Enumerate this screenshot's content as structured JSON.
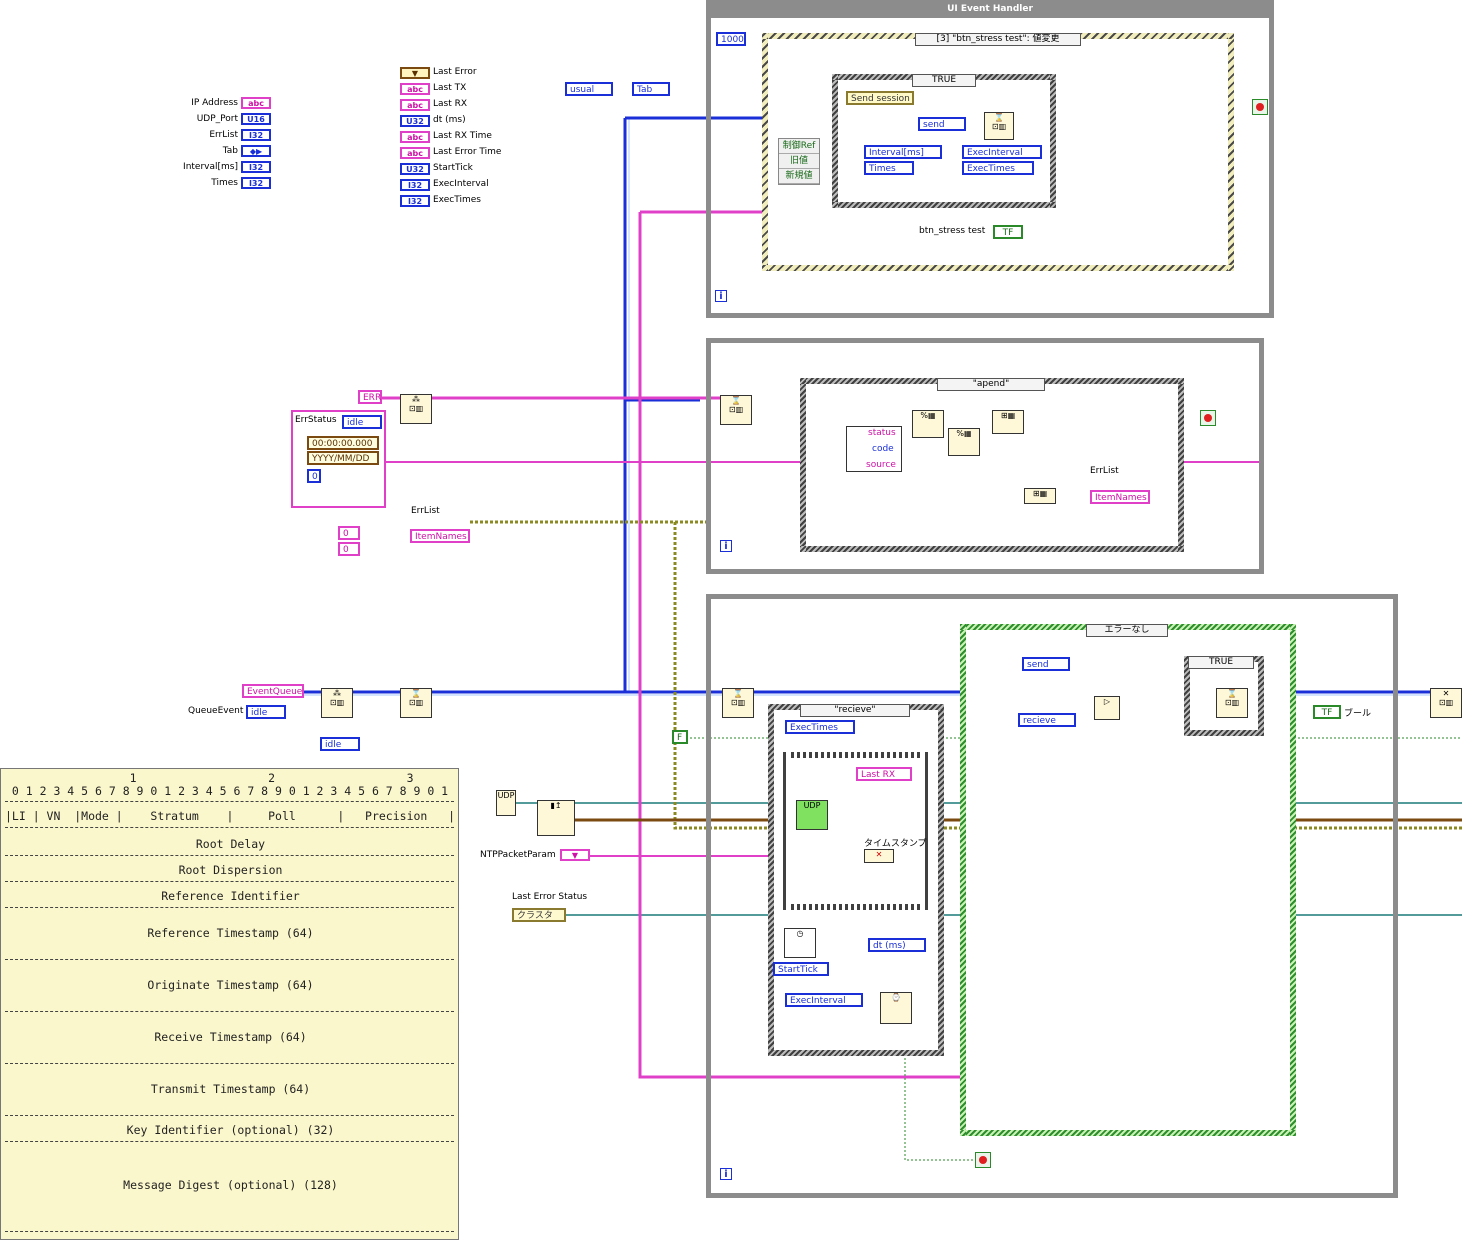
{
  "controls_panel": {
    "items": [
      {
        "name": "IP Address",
        "type": "abc"
      },
      {
        "name": "UDP_Port",
        "type": "U16"
      },
      {
        "name": "ErrList",
        "type": "I32"
      },
      {
        "name": "Tab",
        "type": "◆▶"
      },
      {
        "name": "Interval[ms]",
        "type": "I32"
      },
      {
        "name": "Times",
        "type": "I32"
      }
    ]
  },
  "indicators_panel": {
    "items": [
      {
        "name": "Last Error",
        "type": "▼"
      },
      {
        "name": "Last TX",
        "type": "abc"
      },
      {
        "name": "Last RX",
        "type": "abc"
      },
      {
        "name": "dt (ms)",
        "type": "U32"
      },
      {
        "name": "Last RX Time",
        "type": "abc"
      },
      {
        "name": "Last Error Time",
        "type": "abc"
      },
      {
        "name": "StartTick",
        "type": "U32"
      },
      {
        "name": "ExecInterval",
        "type": "I32"
      },
      {
        "name": "ExecTimes",
        "type": "I32"
      }
    ]
  },
  "loop1": {
    "title": "UI Event Handler",
    "timeout": "1000",
    "event_selector": "[3] \"btn_stress test\": 値変更",
    "case_selector": "TRUE",
    "send_session": "Send session",
    "send_enum": "send",
    "interval_ctrl": "Interval[ms]",
    "times_ctrl": "Times",
    "exec_interval": "ExecInterval",
    "exec_times": "ExecTimes",
    "ref_items": [
      "制御Ref",
      "旧値",
      "新規値"
    ],
    "btn_label": "btn_stress test",
    "btn_tf": "TF",
    "tab_ctrl": "Tab",
    "usual_enum": "usual"
  },
  "loop2": {
    "case_selector": "\"apend\"",
    "err_const": "ERR",
    "err_status_label": "ErrStatus",
    "err_status_enum": "idle",
    "time_const": "00:00:00.000",
    "date_const": "YYYY/MM/DD",
    "zero_const": "0",
    "errlist_label": "ErrList",
    "item_names": "ItemNames",
    "errlist_label2": "ErrList",
    "item_names2": "ItemNames",
    "status": "status",
    "code": "code",
    "source": "source",
    "array_zero_a": "0",
    "array_zero_b": "0"
  },
  "loop3": {
    "event_queue": "EventQueue",
    "queue_event_label": "QueueEvent",
    "queue_enum": "idle",
    "idle_enum": "idle",
    "recieve_case": "\"recieve\"",
    "error_case": "エラーなし",
    "true_case": "TRUE",
    "send_enum": "send",
    "recieve_enum": "recieve",
    "exec_times": "ExecTimes",
    "last_rx": "Last RX",
    "timestamp": "タイムスタンプ",
    "start_tick": "StartTick",
    "dt": "dt (ms)",
    "exec_interval": "ExecInterval",
    "bool_tf": "TF",
    "bool_label": "ブール",
    "f_const": "F",
    "ntp_param": "NTPPacketParam",
    "last_error_status_label": "Last Error Status",
    "cluster_const": "クラスタ",
    "udp_label": "UDP"
  },
  "ntp_note": {
    "ruler1": "                  1                   2                   3",
    "ruler2": " 0 1 2 3 4 5 6 7 8 9 0 1 2 3 4 5 6 7 8 9 0 1 2 3 4 5 6 7 8 9 0 1",
    "header": "|LI | VN  |Mode |    Stratum    |     Poll      |   Precision   |",
    "fields": [
      "Root Delay",
      "Root Dispersion",
      "Reference Identifier",
      "Reference Timestamp (64)",
      "Originate Timestamp (64)",
      "Receive Timestamp (64)",
      "Transmit Timestamp (64)",
      "Key Identifier (optional) (32)",
      "Message Digest (optional) (128)"
    ]
  }
}
